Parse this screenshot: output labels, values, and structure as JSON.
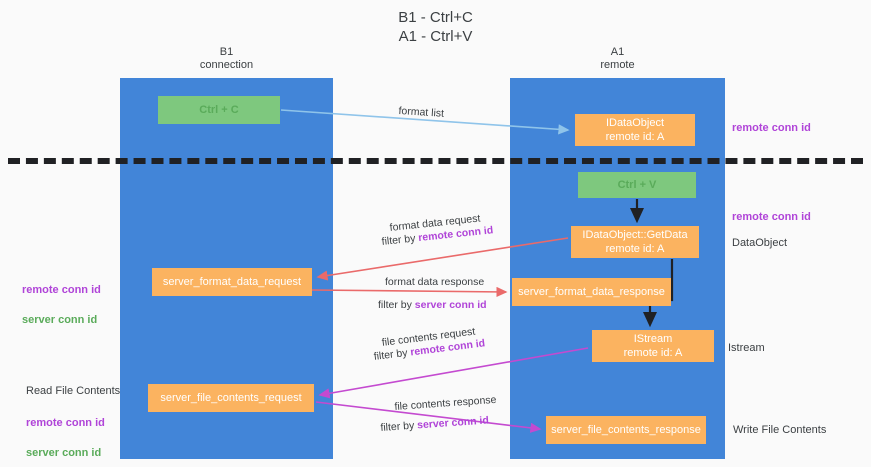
{
  "title": "B1 - Ctrl+C\nA1 - Ctrl+V",
  "lanes": [
    {
      "id": "b1",
      "label": "B1\nconnection"
    },
    {
      "id": "a1",
      "label": "A1\nremote"
    }
  ],
  "nodes": {
    "ctrl_c": "Ctrl + C",
    "idataobject": "IDataObject\nremote id: A",
    "ctrl_v": "Ctrl + V",
    "getdata": "IDataObject::GetData\nremote id: A",
    "server_format_data_request": "server_format_data_request",
    "server_format_data_response": "server_format_data_response",
    "istream": "IStream\nremote id: A",
    "server_file_contents_request": "server_file_contents_request",
    "server_file_contents_response": "server_file_contents_response"
  },
  "edge_labels": {
    "format_list": "format list",
    "format_data_request": "format data request",
    "format_data_request_filter_prefix": "filter by ",
    "format_data_request_filter_key": "remote conn id",
    "format_data_response": "format data response",
    "format_data_response_filter_prefix": "filter by ",
    "format_data_response_filter_key": "server conn id",
    "file_contents_request": "file contents request",
    "file_contents_request_filter_prefix": "filter by ",
    "file_contents_request_filter_key": "remote conn id",
    "file_contents_response": "file contents response",
    "file_contents_response_filter_prefix": "filter by ",
    "file_contents_response_filter_key": "server conn id"
  },
  "annotations": {
    "remote_conn_id_top": "remote conn id",
    "remote_conn_id_mid": "remote conn id",
    "dataobject": "DataObject",
    "istream": "Istream",
    "write_file_contents": "Write File Contents",
    "read_file_contents": "Read File Contents",
    "left_remote_conn_id_mid": "remote conn id",
    "left_server_conn_id_mid": "server conn id",
    "left_remote_conn_id_bot": "remote conn id",
    "left_server_conn_id_bot": "server conn id"
  },
  "colors": {
    "lane": "#4285d8",
    "node_green": "#7ec87e",
    "node_orange": "#fbb360",
    "accent_purple": "#b044d8",
    "accent_green": "#5aab5a",
    "arrow_red": "#ea6a6a",
    "arrow_blue": "#8fc4ea",
    "arrow_magenta": "#c44ad0",
    "arrow_black": "#202124",
    "background": "#fafafa"
  }
}
